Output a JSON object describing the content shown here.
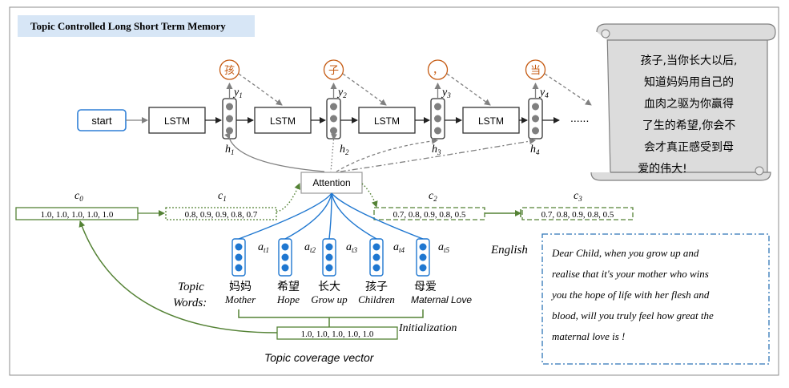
{
  "title": "Topic Controlled Long Short Term Memory",
  "start_label": "start",
  "lstm_label": "LSTM",
  "ellipsis": "......",
  "outputs": [
    {
      "char": "孩",
      "y_base": "y",
      "y_sub": "1"
    },
    {
      "char": "子",
      "y_base": "y",
      "y_sub": "2"
    },
    {
      "char": "，",
      "y_base": "y",
      "y_sub": "3"
    },
    {
      "char": "当",
      "y_base": "y",
      "y_sub": "4"
    }
  ],
  "hidden": [
    {
      "base": "h",
      "sub": "1"
    },
    {
      "base": "h",
      "sub": "2"
    },
    {
      "base": "h",
      "sub": "3"
    },
    {
      "base": "h",
      "sub": "4"
    }
  ],
  "attention_label": "Attention",
  "coverage": [
    {
      "base": "c",
      "sub": "0",
      "values": "1.0, 1.0, 1.0, 1.0, 1.0"
    },
    {
      "base": "c",
      "sub": "1",
      "values": "0.8, 0.9, 0.9, 0.8, 0.7"
    },
    {
      "base": "c",
      "sub": "2",
      "values": "0.7, 0.8, 0.9, 0.8, 0.5"
    },
    {
      "base": "c",
      "sub": "3",
      "values": "0.7, 0.8, 0.9, 0.8, 0.5"
    }
  ],
  "attn_weights": [
    {
      "base": "a",
      "sub": "t1"
    },
    {
      "base": "a",
      "sub": "t2"
    },
    {
      "base": "a",
      "sub": "t3"
    },
    {
      "base": "a",
      "sub": "t4"
    },
    {
      "base": "a",
      "sub": "t5"
    }
  ],
  "topic_words_label_1": "Topic",
  "topic_words_label_2": "Words:",
  "topic_words": [
    {
      "zh": "妈妈",
      "en": "Mother"
    },
    {
      "zh": "希望",
      "en": "Hope"
    },
    {
      "zh": "长大",
      "en": "Grow up"
    },
    {
      "zh": "孩子",
      "en": "Children"
    },
    {
      "zh": "母爱",
      "en": "Maternal Love"
    }
  ],
  "init_vector": "1.0, 1.0, 1.0, 1.0, 1.0",
  "initialization_label": "Initialization",
  "coverage_vector_label": "Topic coverage vector",
  "english_label": "English",
  "scroll_lines": [
    "孩子,当你长大以后,",
    "知道妈妈用自己的",
    "血肉之驱为你赢得",
    "了生的希望,你会不",
    "会才真正感受到母",
    "爱的伟大!"
  ],
  "english_lines": [
    "Dear Child, when you grow up and",
    "realise that it's your mother who wins",
    "you the hope of life with her flesh and",
    "blood, will you truly feel how great the",
    "maternal love is !"
  ],
  "colors": {
    "green": "#548235",
    "blue": "#1f77d0",
    "orange": "#c55a11",
    "gray": "#808080",
    "title_bg": "#d7e6f6",
    "scroll_bg": "#dcdcdc",
    "start_border": "#2e7fd6"
  }
}
